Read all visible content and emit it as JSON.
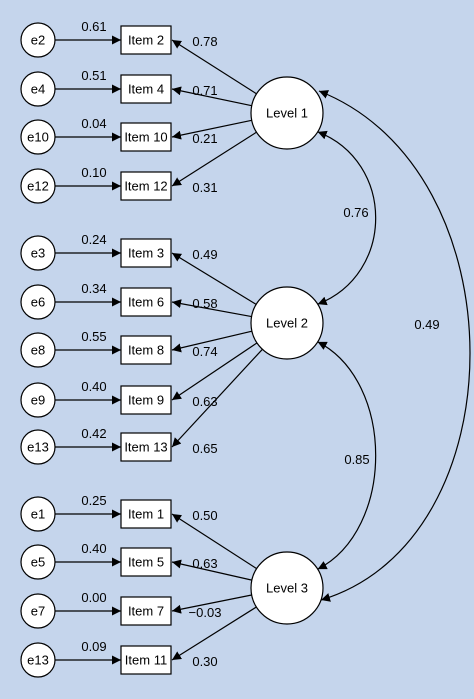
{
  "errors": [
    {
      "id": "e2_a",
      "label": "e2"
    },
    {
      "id": "e4",
      "label": "e4"
    },
    {
      "id": "e10",
      "label": "e10"
    },
    {
      "id": "e12",
      "label": "e12"
    },
    {
      "id": "e3",
      "label": "e3"
    },
    {
      "id": "e6",
      "label": "e6"
    },
    {
      "id": "e8",
      "label": "e8"
    },
    {
      "id": "e9",
      "label": "e9"
    },
    {
      "id": "e13_a",
      "label": "e13"
    },
    {
      "id": "e1",
      "label": "e1"
    },
    {
      "id": "e5",
      "label": "e5"
    },
    {
      "id": "e7",
      "label": "e7"
    },
    {
      "id": "e13_b",
      "label": "e13"
    }
  ],
  "items": [
    {
      "label": "Item 2",
      "error_weight": "0.61",
      "loading": "0.78",
      "factor": 0
    },
    {
      "label": "Item 4",
      "error_weight": "0.51",
      "loading": "0.71",
      "factor": 0
    },
    {
      "label": "Item 10",
      "error_weight": "0.04",
      "loading": "0.21",
      "factor": 0
    },
    {
      "label": "Item 12",
      "error_weight": "0.10",
      "loading": "0.31",
      "factor": 0
    },
    {
      "label": "Item 3",
      "error_weight": "0.24",
      "loading": "0.49",
      "factor": 1
    },
    {
      "label": "Item 6",
      "error_weight": "0.34",
      "loading": "0.58",
      "factor": 1
    },
    {
      "label": "Item 8",
      "error_weight": "0.55",
      "loading": "0.74",
      "factor": 1
    },
    {
      "label": "Item 9",
      "error_weight": "0.40",
      "loading": "0.63",
      "factor": 1
    },
    {
      "label": "Item 13",
      "error_weight": "0.42",
      "loading": "0.65",
      "factor": 1
    },
    {
      "label": "Item 1",
      "error_weight": "0.25",
      "loading": "0.50",
      "factor": 2
    },
    {
      "label": "Item 5",
      "error_weight": "0.40",
      "loading": "0.63",
      "factor": 2
    },
    {
      "label": "Item 7",
      "error_weight": "0.00",
      "loading": "−0.03",
      "factor": 2
    },
    {
      "label": "Item 11",
      "error_weight": "0.09",
      "loading": "0.30",
      "factor": 2
    }
  ],
  "factors": [
    {
      "label": "Level 1"
    },
    {
      "label": "Level 2"
    },
    {
      "label": "Level 3"
    }
  ],
  "correlations": [
    {
      "from": 0,
      "to": 1,
      "value": "0.76"
    },
    {
      "from": 1,
      "to": 2,
      "value": "0.85"
    },
    {
      "from": 0,
      "to": 2,
      "value": "0.49"
    }
  ],
  "colors": {
    "background": "#c5d5ec",
    "node_fill": "#ffffff",
    "stroke": "#000000"
  }
}
